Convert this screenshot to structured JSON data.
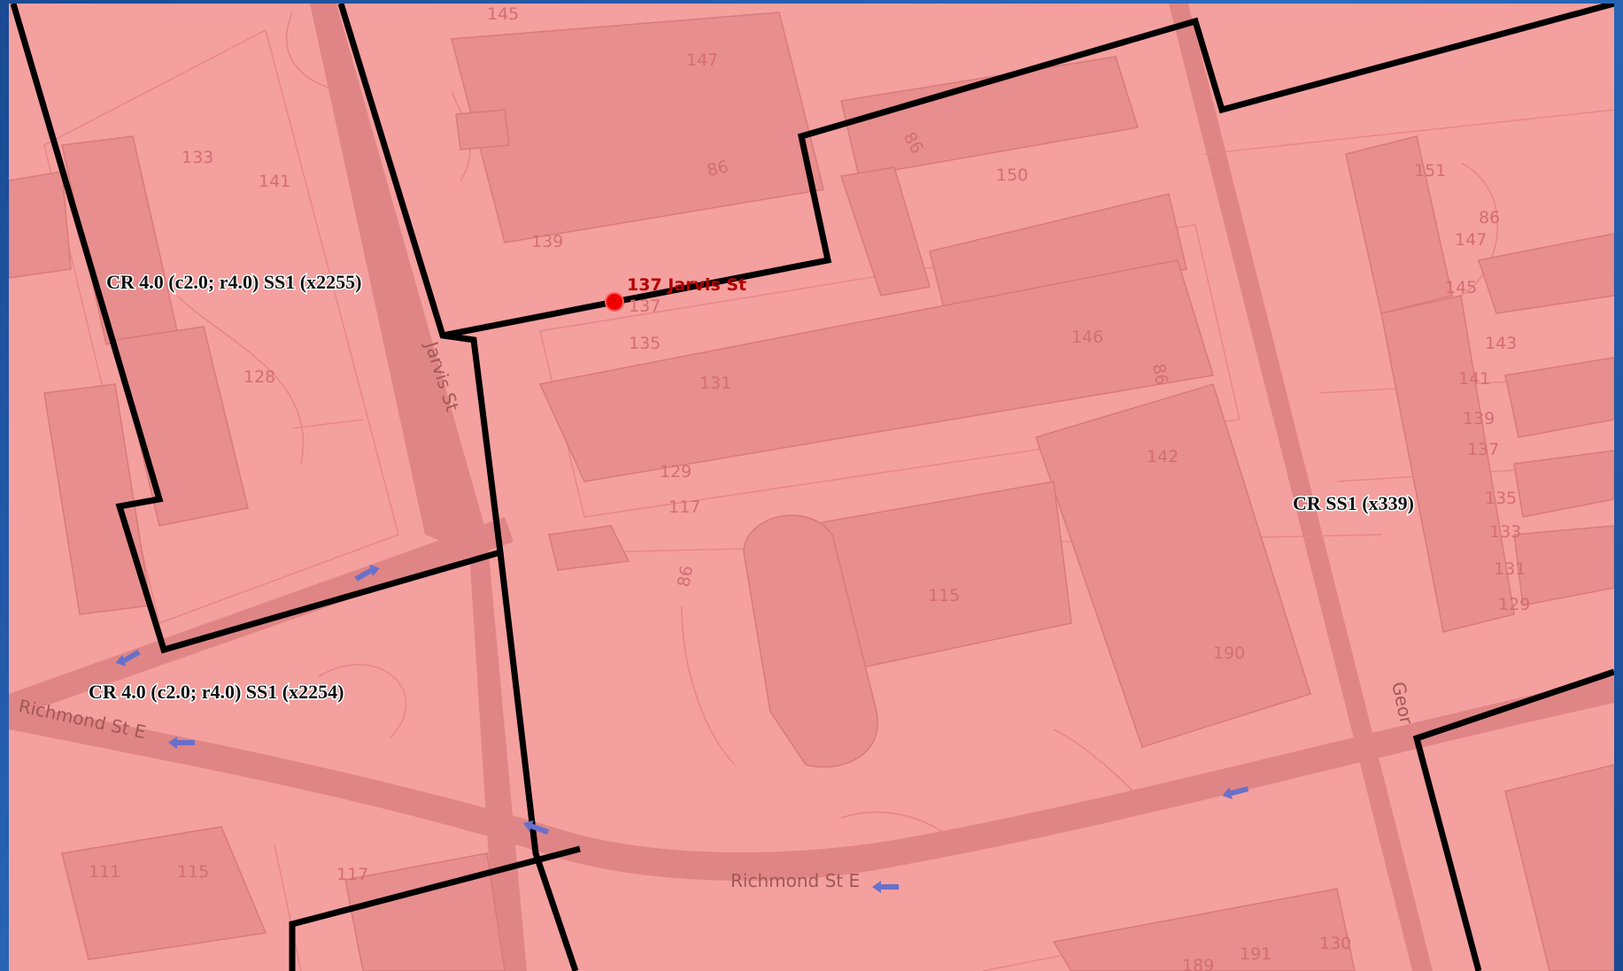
{
  "map": {
    "marker": {
      "label": "137 Jarvis St",
      "color": "#ee0000"
    },
    "zones": [
      {
        "id": "x2255",
        "label": "CR 4.0 (c2.0; r4.0) SS1  (x2255)"
      },
      {
        "id": "x2254",
        "label": "CR 4.0 (c2.0; r4.0) SS1  (x2254)"
      },
      {
        "id": "x339",
        "label": "CR SS1  (x339)"
      }
    ],
    "streets": {
      "jarvis": "Jarvis St",
      "richmond_west": "Richmond St E",
      "richmond_center": "Richmond St E",
      "george": "Geor"
    },
    "addresses": [
      "145",
      "147",
      "86",
      "139",
      "137",
      "135",
      "131",
      "129",
      "117",
      "115",
      "190",
      "150",
      "146",
      "142",
      "133",
      "141",
      "128",
      "151",
      "147",
      "145",
      "143",
      "141",
      "139",
      "137",
      "135",
      "133",
      "131",
      "129",
      "111",
      "115",
      "117",
      "191",
      "189",
      "130",
      "86",
      "86",
      "86",
      "86"
    ],
    "colors": {
      "zone_fill": "#f4a09f",
      "building": "#e88e8e",
      "boundary": "#000000",
      "one_way_arrow": "#6a70c8"
    }
  }
}
